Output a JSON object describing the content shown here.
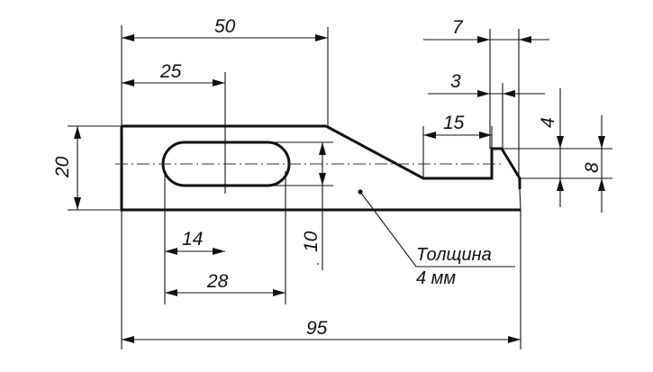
{
  "dimensions": {
    "overall_length": "95",
    "top_length": "50",
    "slot_center": "25",
    "height": "20",
    "slot_inner": "14",
    "slot_outer": "28",
    "slot_height": "10",
    "step_width": "15",
    "tip_width": "7",
    "tip_offset": "3",
    "tip_height": "4",
    "tip_total_height": "8"
  },
  "note": {
    "line1": "Толщина",
    "line2": "4 мм"
  }
}
